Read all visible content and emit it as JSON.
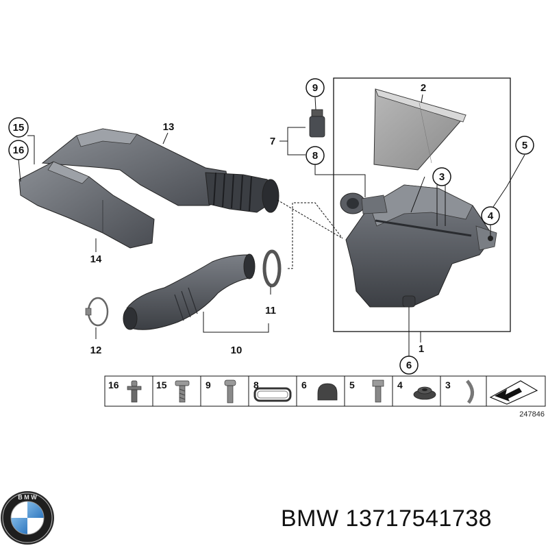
{
  "callouts": {
    "c1": "1",
    "c2": "2",
    "c3": "3",
    "c4": "4",
    "c5": "5",
    "c6": "6",
    "c7": "7",
    "c8": "8",
    "c9": "9",
    "c10": "10",
    "c11": "11",
    "c12": "12",
    "c13": "13",
    "c14": "14",
    "c15": "15",
    "c16": "16"
  },
  "parts_strip": [
    {
      "label": "16",
      "icon": "push-rivet-icon"
    },
    {
      "label": "15",
      "icon": "screw-icon"
    },
    {
      "label": "9",
      "icon": "bolt-icon"
    },
    {
      "label": "8",
      "icon": "seal-ring-icon"
    },
    {
      "label": "6",
      "icon": "rubber-mount-icon"
    },
    {
      "label": "5",
      "icon": "hex-bolt-icon"
    },
    {
      "label": "4",
      "icon": "grommet-icon"
    },
    {
      "label": "3",
      "icon": "clip-icon"
    },
    {
      "label": "",
      "icon": "direction-arrow-icon"
    }
  ],
  "drawing_number": "247846",
  "brand": "BMW",
  "part_number": "13717541738",
  "colors": {
    "part_dark": "#4a4d53",
    "part_mid": "#6b6f75",
    "filter_grey": "#9a9a9a",
    "line": "#111111"
  }
}
